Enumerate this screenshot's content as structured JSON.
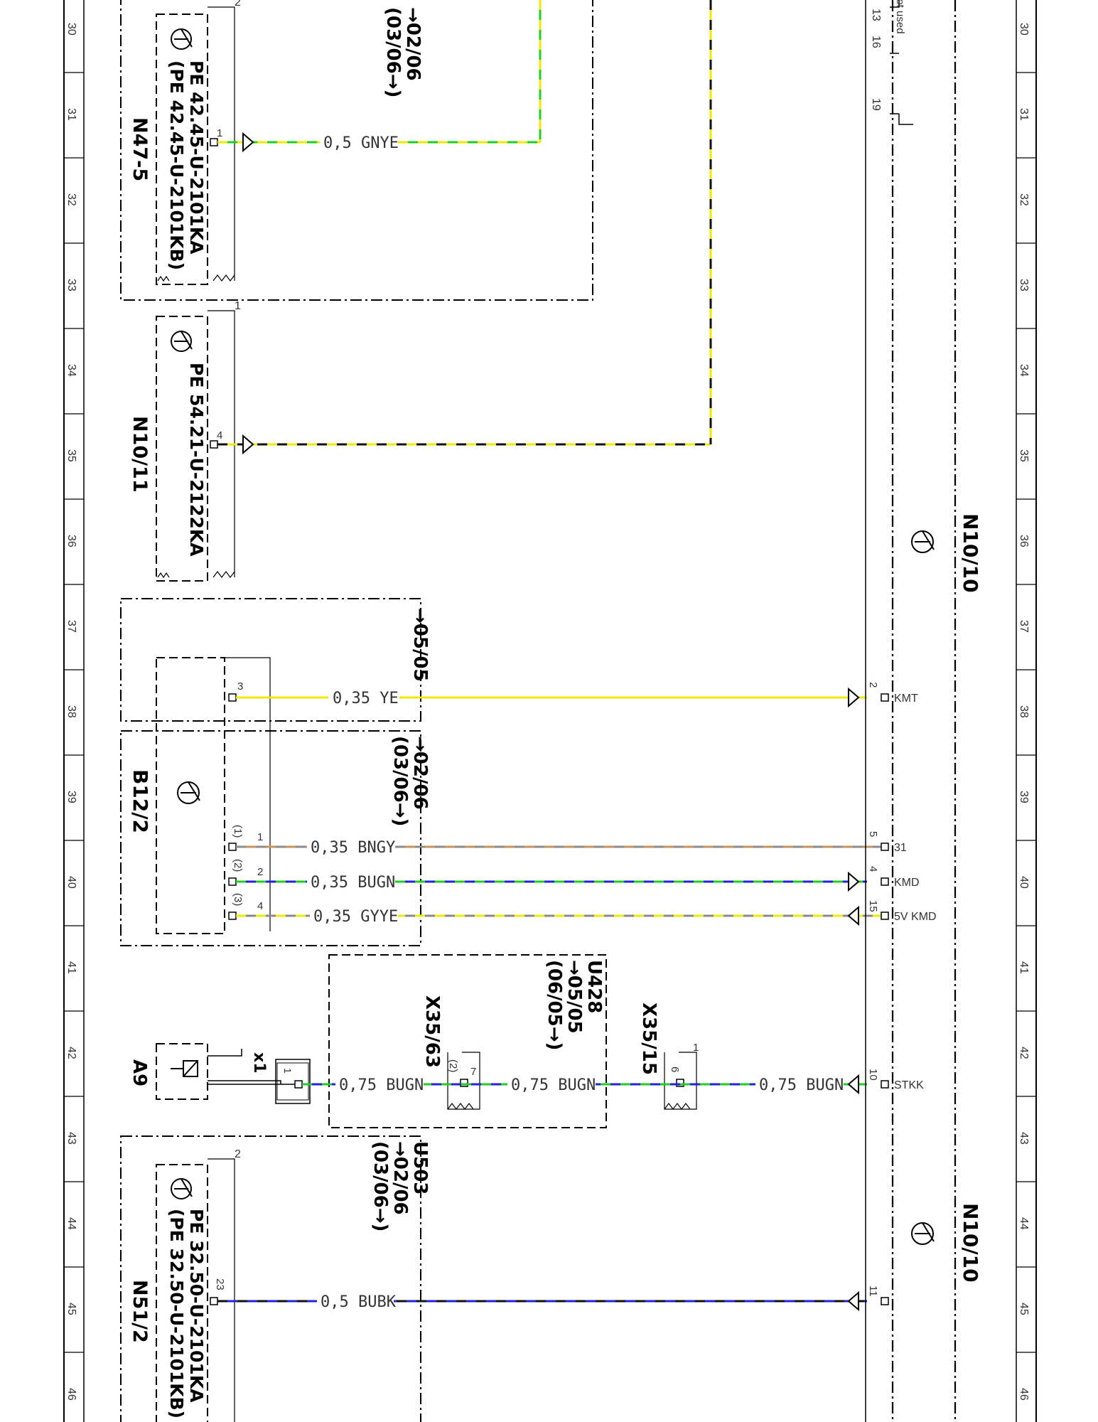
{
  "frame": {
    "grid_numbers": [
      "30",
      "31",
      "32",
      "33",
      "34",
      "35",
      "36",
      "37",
      "38",
      "39",
      "40",
      "41",
      "42",
      "43",
      "44",
      "45",
      "46"
    ]
  },
  "components": {
    "n47_5": {
      "name": "N47-5",
      "ref_a": "PE 42.45-U-2101KA",
      "ref_b": "(PE 42.45-U-2101KB)",
      "corner": "2",
      "pin": "1"
    },
    "top_box": {
      "date_a": "→02/06",
      "date_b": "(03/06→)"
    },
    "n10_11": {
      "name": "N10/11",
      "ref_a": "PE 54.21-U-2122KA",
      "corner": "1",
      "pin": "4"
    },
    "b12_2": {
      "name": "B12/2",
      "date_top": "→05/05",
      "date_a": "→02/06",
      "date_b": "(03/06→)",
      "pins": [
        "3",
        "1",
        "2",
        "4"
      ],
      "alt_pins": [
        "(1)",
        "(2)",
        "(3)"
      ]
    },
    "u428": {
      "name": "U428",
      "date_a": "→05/05",
      "date_b": "(06/05→)"
    },
    "x35_63": {
      "name": "X35/63",
      "pin": "7",
      "alt_pin": "(2)"
    },
    "x35_15": {
      "name": "X35/15",
      "pin": "6",
      "corner": "1"
    },
    "a9": {
      "name": "A9",
      "x_label": "x1",
      "pin": "1"
    },
    "n51_2": {
      "name": "N51/2",
      "ref_a": "PE 32.50-U-2101KA",
      "ref_b": "(PE 32.50-U-2101KB)",
      "corner": "2",
      "pin": "23",
      "group": "U503",
      "date_a": "→02/06",
      "date_b": "(03/06→)"
    },
    "n10_10": {
      "name": "N10/10",
      "name2": "N10/10"
    },
    "top_right": {
      "pins": [
        "13",
        "16",
        "19"
      ],
      "not_used": "not used"
    }
  },
  "wires": [
    {
      "id": "n47",
      "label": "0,5 GNYE",
      "colors": [
        "#22cc22",
        "#f0e800"
      ]
    },
    {
      "id": "n1011",
      "label": "",
      "colors": [
        "#f0e800",
        "#111111"
      ]
    },
    {
      "id": "kmt",
      "label": "0,35 YE",
      "colors": [
        "#f0e800"
      ],
      "n10_pin": "2",
      "signal": "KMT"
    },
    {
      "id": "gnd",
      "label": "0,35 BNGY",
      "colors": [
        "#c8935a",
        "#8a8a8a"
      ],
      "n10_pin": "5",
      "signal": "31"
    },
    {
      "id": "kmd",
      "label": "0,35 BUGN",
      "colors": [
        "#2222dd",
        "#22cc22"
      ],
      "n10_pin": "4",
      "signal": "KMD"
    },
    {
      "id": "v5",
      "label": "0,35 GYYE",
      "colors": [
        "#8a8a8a",
        "#f0e800"
      ],
      "n10_pin": "15",
      "signal": "5V KMD"
    },
    {
      "id": "stkk",
      "labels": [
        "0,75 BUGN",
        "0,75 BUGN",
        "0,75 BUGN"
      ],
      "colors": [
        "#2222dd",
        "#22cc22"
      ],
      "n10_pin": "10",
      "signal": "STKK"
    },
    {
      "id": "bubk",
      "label": "0,5 BUBK",
      "colors": [
        "#2222dd",
        "#111111"
      ],
      "n10_pin": "11",
      "signal": ""
    }
  ]
}
